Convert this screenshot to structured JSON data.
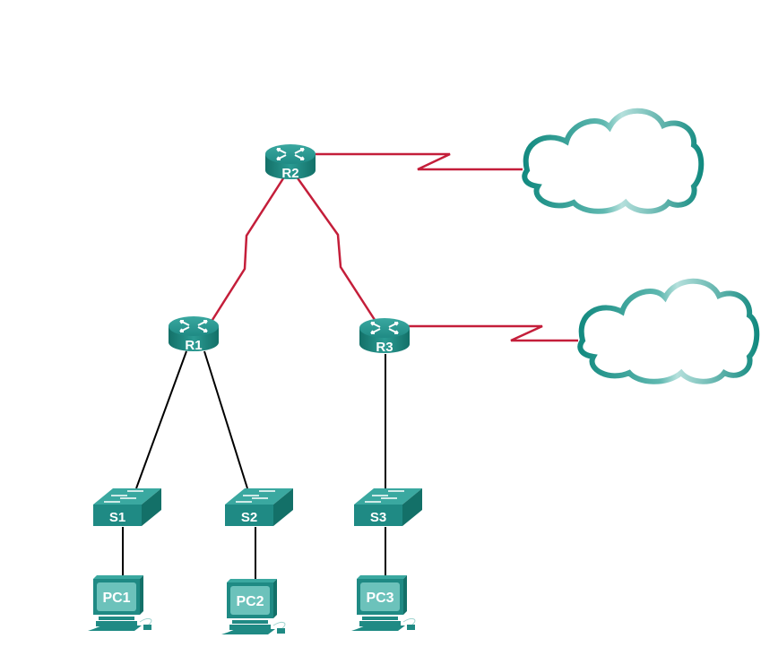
{
  "diagram": {
    "type": "network-topology",
    "colors": {
      "device": "#1f8a84",
      "device_dark": "#137068",
      "device_light": "#3aa8a0",
      "serial_link": "#c41e3a",
      "ethernet_link": "#000000",
      "cloud_dark": "#138a80",
      "cloud_light": "#b5e0dc",
      "screen": "#6cc2bb"
    },
    "routers": [
      {
        "id": "R2",
        "label": "R2"
      },
      {
        "id": "R1",
        "label": "R1"
      },
      {
        "id": "R3",
        "label": "R3"
      }
    ],
    "switches": [
      {
        "id": "S1",
        "label": "S1"
      },
      {
        "id": "S2",
        "label": "S2"
      },
      {
        "id": "S3",
        "label": "S3"
      }
    ],
    "pcs": [
      {
        "id": "PC1",
        "label": "PC1"
      },
      {
        "id": "PC2",
        "label": "PC2"
      },
      {
        "id": "PC3",
        "label": "PC3"
      }
    ],
    "clouds": [
      {
        "id": "cloud1",
        "label": ""
      },
      {
        "id": "cloud2",
        "label": ""
      }
    ],
    "links": [
      {
        "from": "R2",
        "to": "cloud1",
        "type": "serial"
      },
      {
        "from": "R2",
        "to": "R1",
        "type": "serial"
      },
      {
        "from": "R2",
        "to": "R3",
        "type": "serial"
      },
      {
        "from": "R3",
        "to": "cloud2",
        "type": "serial"
      },
      {
        "from": "R1",
        "to": "S1",
        "type": "ethernet"
      },
      {
        "from": "R1",
        "to": "S2",
        "type": "ethernet"
      },
      {
        "from": "R3",
        "to": "S3",
        "type": "ethernet"
      },
      {
        "from": "S1",
        "to": "PC1",
        "type": "ethernet"
      },
      {
        "from": "S2",
        "to": "PC2",
        "type": "ethernet"
      },
      {
        "from": "S3",
        "to": "PC3",
        "type": "ethernet"
      }
    ]
  }
}
